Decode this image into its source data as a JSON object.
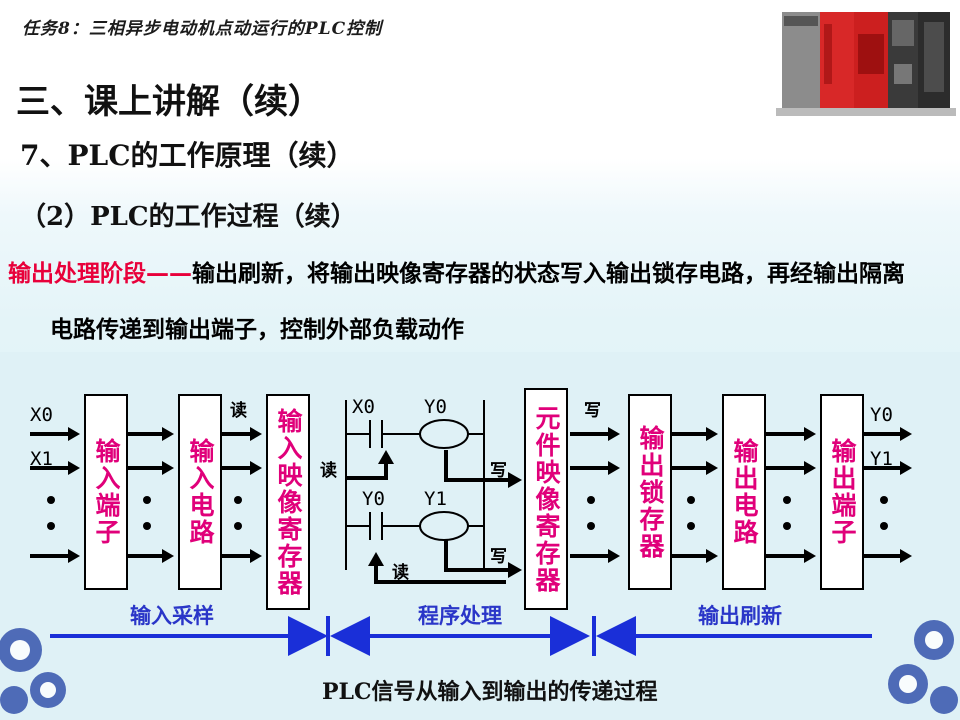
{
  "header": {
    "task": "任务8：三相异步电动机点动运行的PLC控制"
  },
  "title": "三、课上讲解（续）",
  "subtitle1": "7、PLC的工作原理（续）",
  "subtitle2": "（2）PLC的工作过程（续）",
  "description": {
    "stage": "输出处理阶段",
    "dash": "——",
    "line1_rest": "输出刷新，将输出映像寄存器的状态写入输出锁存电路，再经输出隔离",
    "line2": "电路传递到输出端子，控制外部负载动作"
  },
  "diagram": {
    "inputs": [
      "X0",
      "X1"
    ],
    "outputs": [
      "Y0",
      "Y1"
    ],
    "boxes": [
      "输入端子",
      "输入电路",
      "输入映像寄存器",
      "元件映像寄存器",
      "输出锁存器",
      "输出电路",
      "输出端子"
    ],
    "read_label": "读",
    "write_label": "写",
    "ladder": {
      "contact1": "X0",
      "coil1": "Y0",
      "contact2": "Y0",
      "coil2": "Y1"
    },
    "phases": [
      "输入采样",
      "程序处理",
      "输出刷新"
    ],
    "caption": "PLC信号从输入到输出的传递过程"
  },
  "colors": {
    "box_text": "#e0007a",
    "stage_text": "#e8003a",
    "phase_text": "#2a36c8",
    "timeline": "#1a2fd8"
  }
}
